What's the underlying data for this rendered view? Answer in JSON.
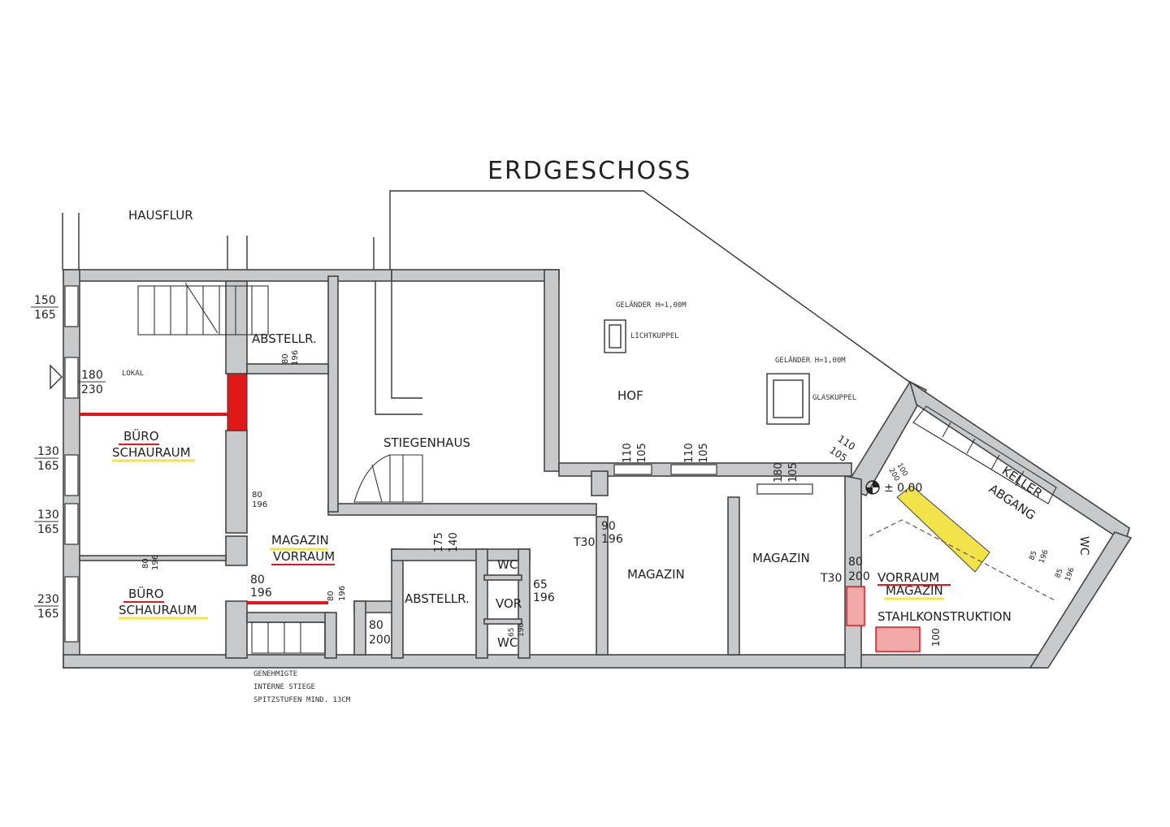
{
  "title": "ERDGESCHOSS",
  "colors": {
    "red": "#e01818",
    "yellow": "#f3e34a",
    "wall": "#c7c9cb",
    "ink": "#222222"
  },
  "rooms": {
    "hausflur": "HAUSFLUR",
    "lokal": "LOKAL",
    "abstellr_top": "ABSTELLR.",
    "buero_1": "BÜRO",
    "schauraum_1": "SCHAURAUM",
    "buero_2": "BÜRO",
    "schauraum_2": "SCHAURAUM",
    "stiegenhaus": "STIEGENHAUS",
    "hof": "HOF",
    "magazin_vorraum_1": "MAGAZIN",
    "magazin_vorraum_2": "VORRAUM",
    "abstellr": "ABSTELLR.",
    "wc1": "WC",
    "vor": "VOR",
    "wc2": "WC",
    "magazin_1": "MAGAZIN",
    "magazin_2": "MAGAZIN",
    "vorraum_r": "VORRAUM",
    "magazin_r": "MAGAZIN",
    "stahl": "STAHLKONSTRUKTION",
    "keller_1": "KELLER",
    "keller_2": "ABGANG",
    "wc_r": "WC"
  },
  "notes": {
    "gelaender_1": "GELÄNDER H=1,00M",
    "lichtkuppel": "LICHTKUPPEL",
    "gelaender_2": "GELÄNDER H=1,00M",
    "glaskuppel": "GLASKUPPEL",
    "level": "± 0,00",
    "t30_a": "T30",
    "t30_b": "T30",
    "stair_1": "GENEHMIGTE",
    "stair_2": "INTERNE STIEGE",
    "stair_3": "SPITZSTUFEN MIND. 13CM"
  },
  "dims": {
    "w1a": "150",
    "w1b": "165",
    "w2a": "180",
    "w2b": "230",
    "w3a": "130",
    "w3b": "165",
    "w4a": "130",
    "w4b": "165",
    "w5a": "230",
    "w5b": "165",
    "d_abst_a": "80",
    "d_abst_b": "196",
    "d_buero_a": "80",
    "d_buero_b": "196",
    "d_schau_a": "80",
    "d_schau_b": "196",
    "d_mv_a": "80",
    "d_mv_b": "196",
    "d_mv2_a": "80",
    "d_mv2_b": "196",
    "d_abs_a": "80",
    "d_abs_b": "200",
    "d_wc_a": "65",
    "d_wc_b": "196",
    "d_wc2_a": "65",
    "d_wc2_b": "196",
    "d_t30_a": "90",
    "d_t30_b": "196",
    "d_r_a": "80",
    "d_r_b": "200",
    "win_abs_a": "175",
    "win_abs_b": "140",
    "win_m1_a": "110",
    "win_m1_b": "105",
    "win_m2_a": "110",
    "win_m2_b": "105",
    "win_m3_a": "180",
    "win_m3_b": "105",
    "win_r_a": "110",
    "win_r_b": "105",
    "d_kel_a": "85",
    "d_kel_b": "196",
    "d_kel2_a": "85",
    "d_kel2_b": "196",
    "d_diag_a": "100",
    "d_diag_b": "200",
    "stahl_dim": "100"
  }
}
